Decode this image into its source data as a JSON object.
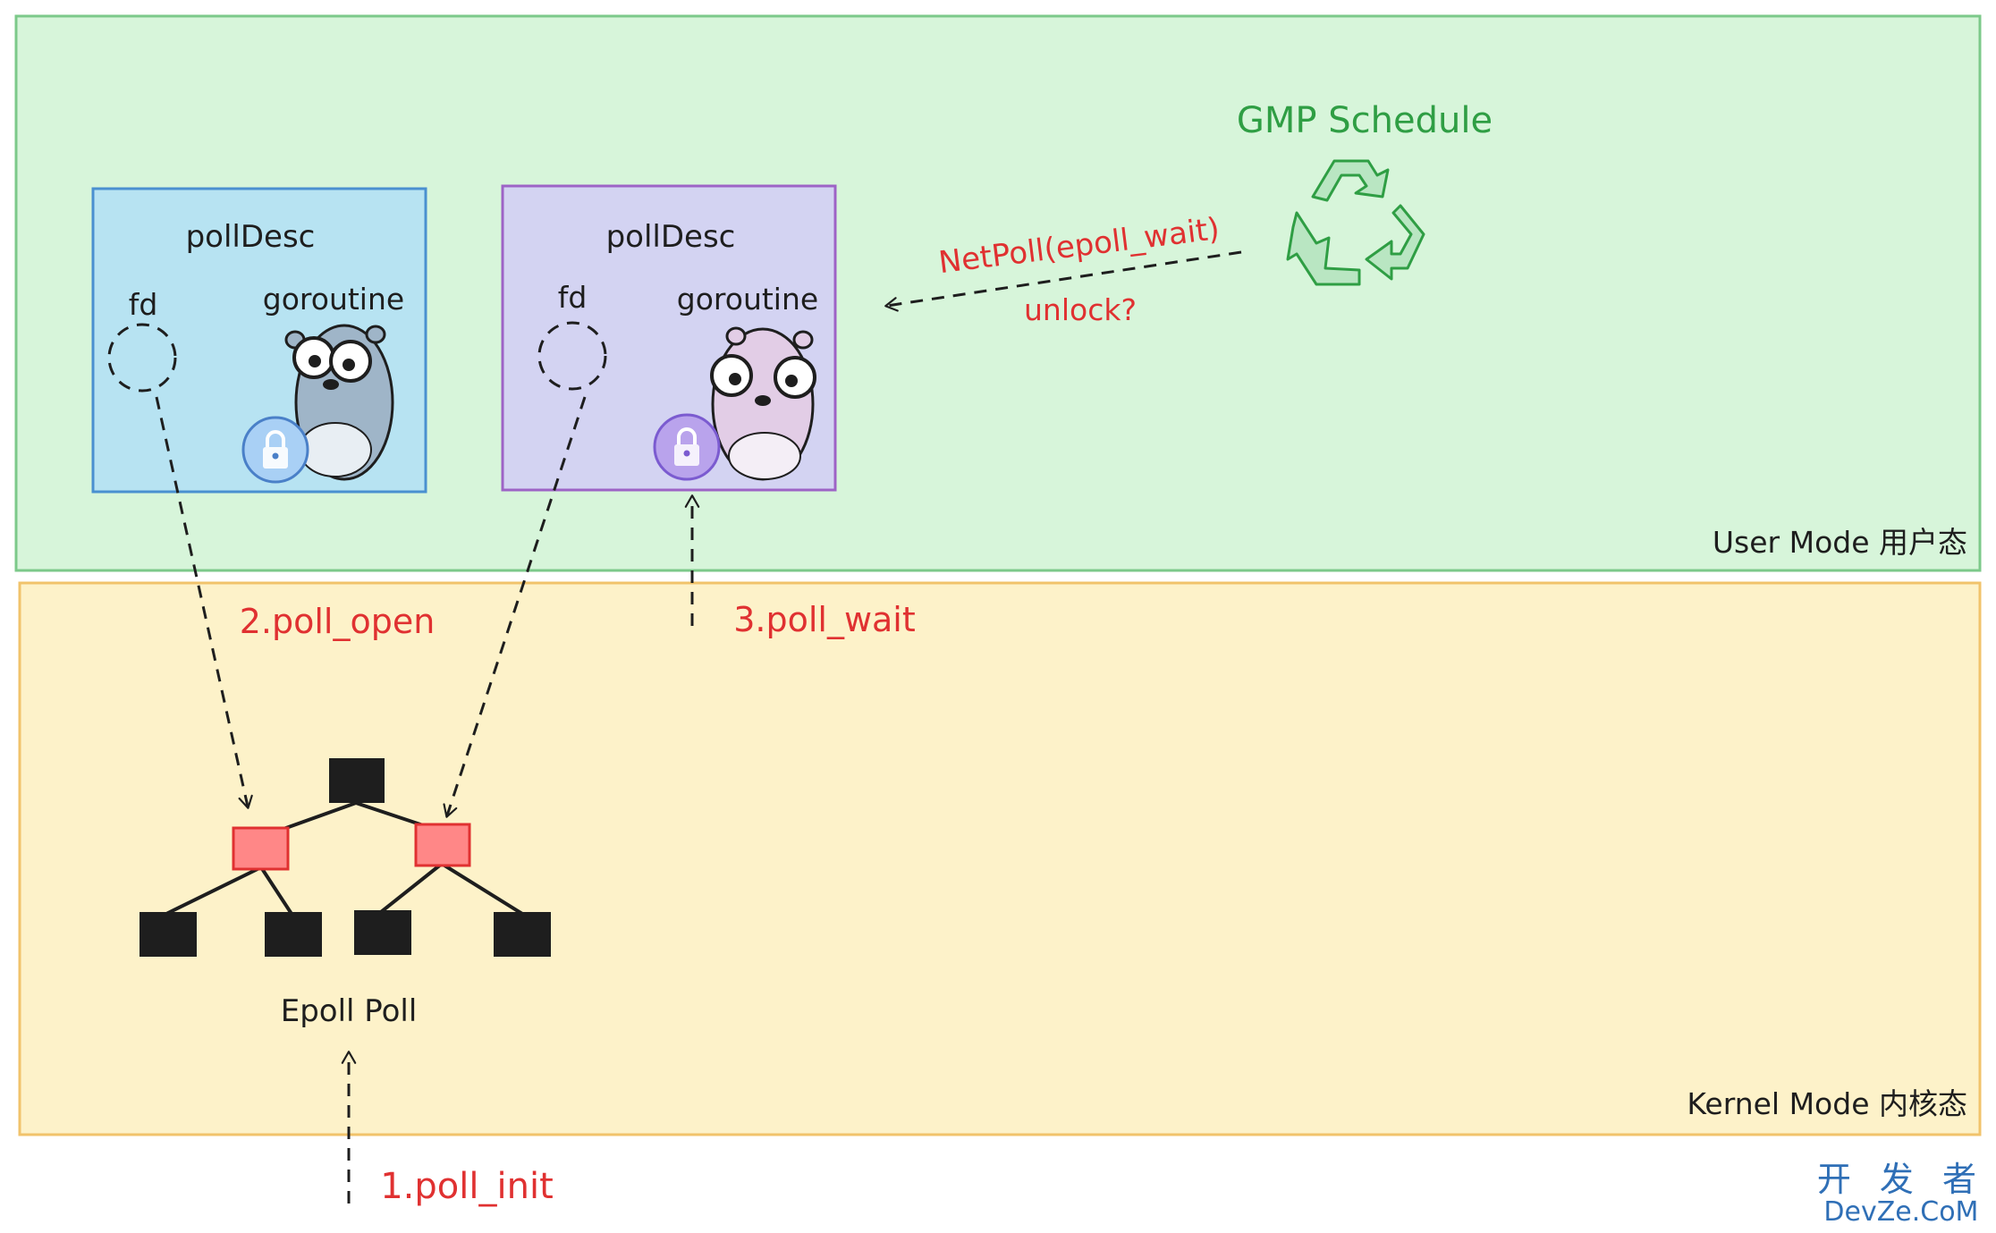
{
  "zones": {
    "user_label": "User Mode 用户态",
    "kernel_label": "Kernel Mode 内核态"
  },
  "poll_desc_1": {
    "title": "pollDesc",
    "fd": "fd",
    "goroutine": "goroutine"
  },
  "poll_desc_2": {
    "title": "pollDesc",
    "fd": "fd",
    "goroutine": "goroutine"
  },
  "scheduler": {
    "title": "GMP Schedule",
    "icon": "recycle-icon"
  },
  "arrows": {
    "netpoll": "NetPoll(epoll_wait)",
    "unlock": "unlock?",
    "poll_open": "2.poll_open",
    "poll_wait": "3.poll_wait",
    "poll_init": "1.poll_init"
  },
  "tree": {
    "label": "Epoll Poll"
  },
  "watermark": {
    "cn": "开 发 者",
    "en": "DevZe.CoM"
  },
  "colors": {
    "user_fill": "#d7f5da",
    "user_stroke": "#7cc98a",
    "kernel_fill": "#fdf2c9",
    "kernel_stroke": "#f1c36b",
    "box1_fill": "#b7e3f2",
    "box1_stroke": "#4a90d0",
    "box2_fill": "#d3d3f2",
    "box2_stroke": "#9d63c6",
    "accent_red": "#e03131",
    "green": "#2f9e44"
  }
}
